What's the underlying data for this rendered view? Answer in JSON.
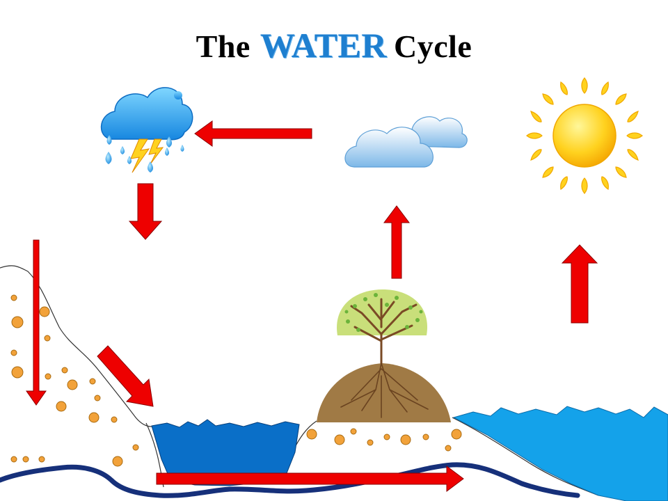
{
  "title": {
    "prefix": "The",
    "highlight": "WATER",
    "suffix": "Cycle"
  },
  "colors": {
    "arrow": "#EE0000",
    "lake": "#0A6FC8",
    "sea": "#14A2EA",
    "soil": "#A07A45",
    "canopy": "#C9DF7A",
    "sun": "#FFD21F",
    "pebble": "#F2A23A",
    "groundwater": "#16307A"
  },
  "icons": {
    "storm": "rain-cloud-lightning-icon",
    "clouds": "cloud-icon",
    "sun": "sun-icon",
    "tree": "tree-icon"
  }
}
